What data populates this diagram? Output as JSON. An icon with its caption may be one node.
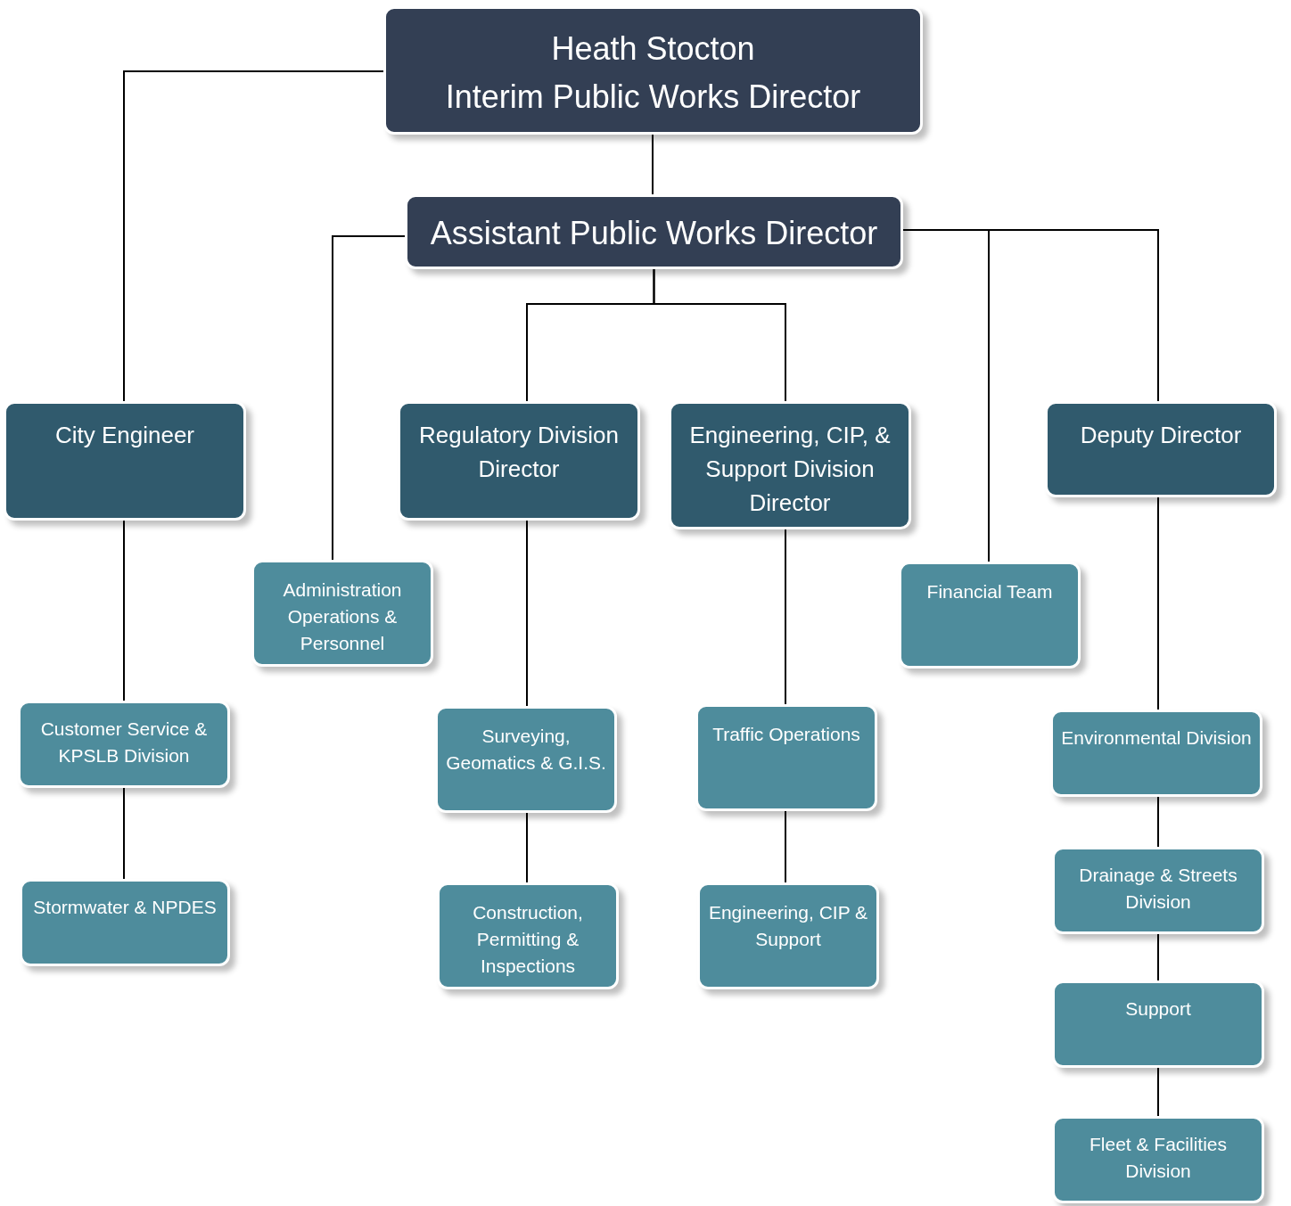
{
  "diagram": {
    "nodes": [
      {
        "text": [
          "Heath Stocton",
          "Interim Public Works Director"
        ]
      },
      {
        "text": [
          "Assistant Public Works Director"
        ]
      },
      {
        "text": [
          "City Engineer"
        ]
      },
      {
        "text": [
          "Administration Operations & Personnel"
        ]
      },
      {
        "text": [
          "Regulatory Division Director"
        ]
      },
      {
        "text": [
          "Engineering, CIP, & Support Division Director"
        ]
      },
      {
        "text": [
          "Financial Team"
        ]
      },
      {
        "text": [
          "Deputy Director"
        ]
      },
      {
        "text": [
          "Customer Service & KPSLB Division"
        ]
      },
      {
        "text": [
          "Stormwater & NPDES"
        ]
      },
      {
        "text": [
          "Surveying, Geomatics & G.I.S."
        ]
      },
      {
        "text": [
          "Construction, Permitting & Inspections"
        ]
      },
      {
        "text": [
          "Traffic Operations"
        ]
      },
      {
        "text": [
          "Engineering, CIP & Support"
        ]
      },
      {
        "text": [
          "Environmental Division"
        ]
      },
      {
        "text": [
          "Drainage & Streets Division"
        ]
      },
      {
        "text": [
          "Support"
        ]
      },
      {
        "text": [
          "Fleet & Facilities Division"
        ]
      }
    ],
    "edges": [
      {
        "from": 0,
        "to": 1,
        "arrow": "none"
      },
      {
        "from": 0,
        "to": 2,
        "arrow": "none"
      },
      {
        "from": 1,
        "to": 3,
        "arrow": "none"
      },
      {
        "from": 1,
        "to": 4,
        "arrow": "none"
      },
      {
        "from": 1,
        "to": 5,
        "arrow": "none"
      },
      {
        "from": 1,
        "to": 6,
        "arrow": "none"
      },
      {
        "from": 1,
        "to": 7,
        "arrow": "none"
      },
      {
        "from": 2,
        "to": 8,
        "arrow": "none"
      },
      {
        "from": 8,
        "to": 9,
        "arrow": "none"
      },
      {
        "from": 4,
        "to": 10,
        "arrow": "none"
      },
      {
        "from": 10,
        "to": 11,
        "arrow": "none"
      },
      {
        "from": 5,
        "to": 12,
        "arrow": "none"
      },
      {
        "from": 12,
        "to": 13,
        "arrow": "none"
      },
      {
        "from": 7,
        "to": 14,
        "arrow": "none"
      },
      {
        "from": 14,
        "to": 15,
        "arrow": "none"
      },
      {
        "from": 15,
        "to": 16,
        "arrow": "none"
      },
      {
        "from": 16,
        "to": 17,
        "arrow": "none"
      }
    ]
  }
}
